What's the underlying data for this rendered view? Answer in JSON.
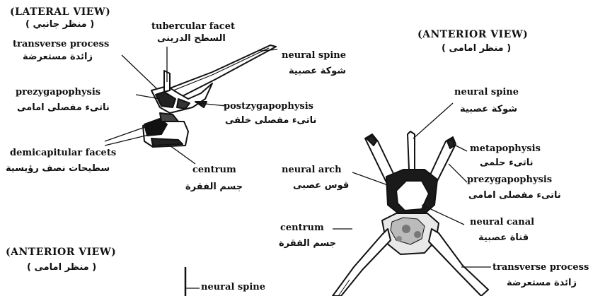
{
  "lateral": {
    "title_en": "(LATERAL VIEW)",
    "title_ar": "( منظر جانبي )",
    "tubercular_en": "tubercular facet",
    "tubercular_ar": "السطح الدرينى",
    "transverse_en": "transverse process",
    "transverse_ar": "زائدة مستعرضة",
    "neural_spine_en": "neural spine",
    "neural_spine_ar": "شوكة عصبية",
    "prezyg_en": "prezygapophysis",
    "prezyg_ar": "ناتىء مفصلى امامى",
    "postzyg_en": "postzygapophysis",
    "postzyg_ar": "ناتىء مفصلى خلفى",
    "demicap_en": "demicapitular facets",
    "demicap_ar": "سطيحات نصف رؤيسية",
    "centrum_en": "centrum",
    "centrum_ar": "جسم الفقرة"
  },
  "anterior1": {
    "title_en": "(ANTERIOR VIEW)",
    "title_ar": "( منظر امامى )",
    "neural_spine_en": "neural spine",
    "neural_spine_ar": "شوكة عصبية",
    "metapophysis_en": "metapophysis",
    "metapophysis_ar": "ناتىء حلمى",
    "prezyg_en": "prezygapophysis",
    "prezyg_ar": "ناتىء مفصلى امامى",
    "neural_arch_en": "neural arch",
    "neural_arch_ar": "قوس عصبى",
    "neural_canal_en": "neural canal",
    "neural_canal_ar": "قناة عصبية",
    "centrum_en": "centrum",
    "centrum_ar": "جسم الفقرة",
    "transverse_en": "transverse process",
    "transverse_ar": "زائدة مستعرضة"
  },
  "anterior2": {
    "title_en": "(ANTERIOR VIEW)",
    "title_ar": "( منظر امامى )",
    "neural_spine_en": "neural spine"
  }
}
